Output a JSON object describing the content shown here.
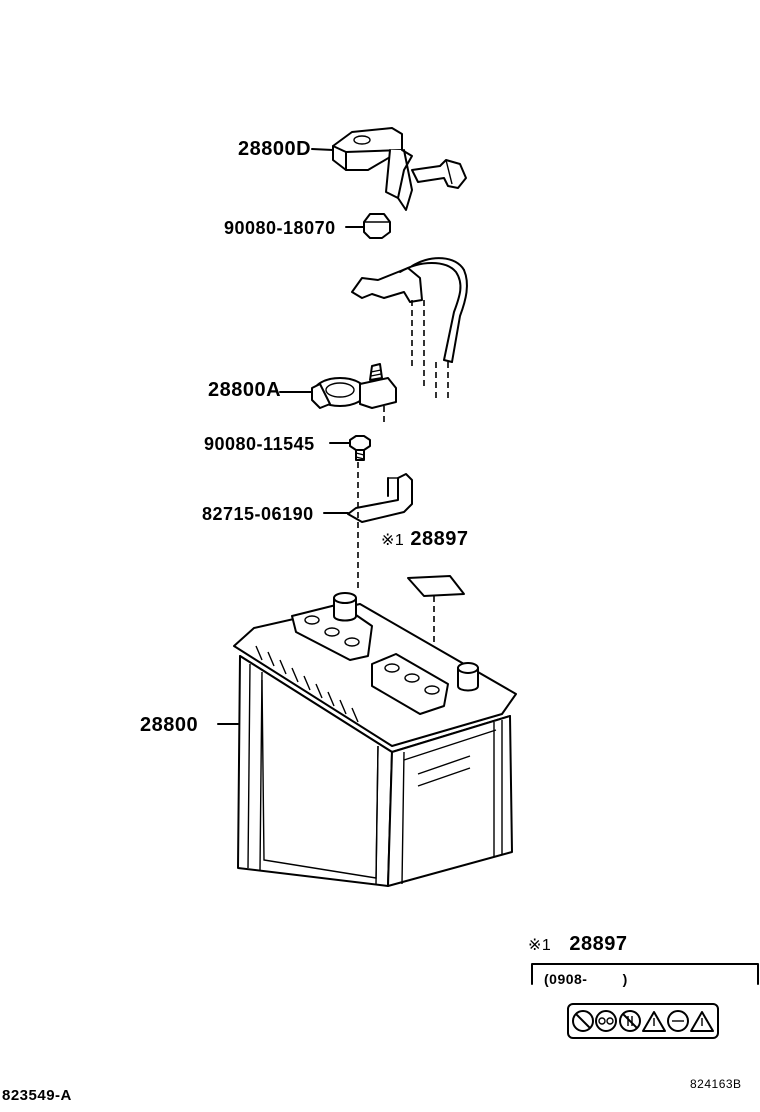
{
  "parts": {
    "cover_clamp": "28800D",
    "nut": "90080-18070",
    "terminal_clamp": "28800A",
    "bolt": "90080-11545",
    "holder_clamp": "82715-06190",
    "label_part": "28897",
    "battery": "28800"
  },
  "notes": {
    "mark": "※1",
    "label_part_detail": "28897",
    "date_range": "(0908-        )"
  },
  "footer": {
    "diagram_code_left": "823549-A",
    "diagram_code_right": "824163B"
  }
}
